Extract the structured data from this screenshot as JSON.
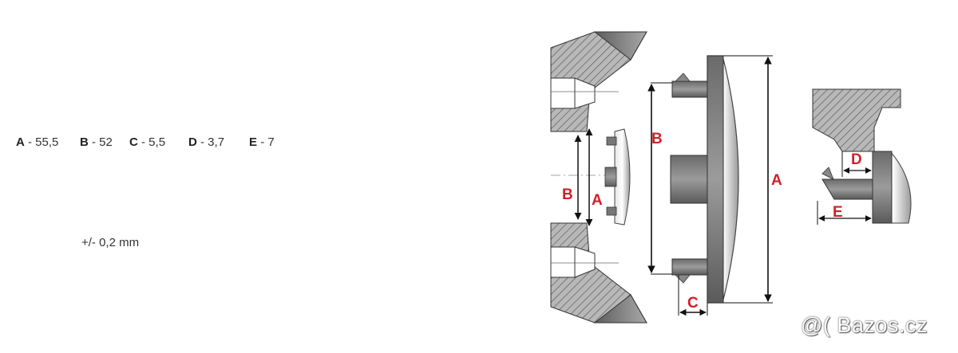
{
  "specs": [
    {
      "letter": "A",
      "value": "- 55,5"
    },
    {
      "letter": "B",
      "value": "- 52"
    },
    {
      "letter": "C",
      "value": "- 5,5"
    },
    {
      "letter": "D",
      "value": "- 3,7"
    },
    {
      "letter": "E",
      "value": "- 7"
    }
  ],
  "tolerance": "+/- 0,2 mm",
  "diagram_labels": {
    "a_left": "A",
    "b_left": "B",
    "a_main": "A",
    "b_main": "B",
    "c_main": "C",
    "d_detail": "D",
    "e_detail": "E"
  },
  "watermark": "@( Bazos.cz",
  "colors": {
    "label_red": "#d0202a",
    "metal": "#7a7a7a",
    "hatch": "#9a9a9a"
  }
}
